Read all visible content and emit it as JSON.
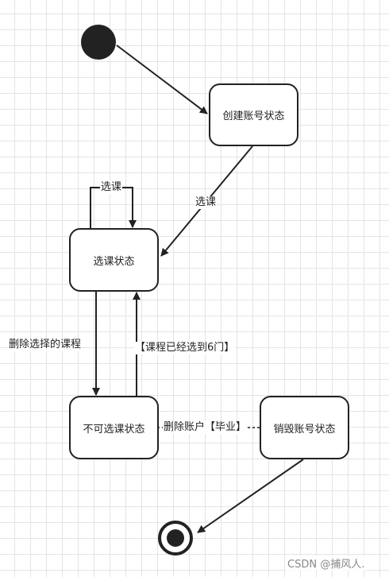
{
  "states": {
    "create": "创建账号状态",
    "select": "选课状态",
    "cannot_select": "不可选课状态",
    "destroy": "销毁账号状态"
  },
  "transitions": {
    "self_select": "选课",
    "create_to_select": "选课",
    "delete_selected": "删除选择的课程",
    "six_courses": "【课程已经选到6门】",
    "delete_account": "删除账户【毕业】"
  },
  "watermark": "CSDN @捕风人."
}
